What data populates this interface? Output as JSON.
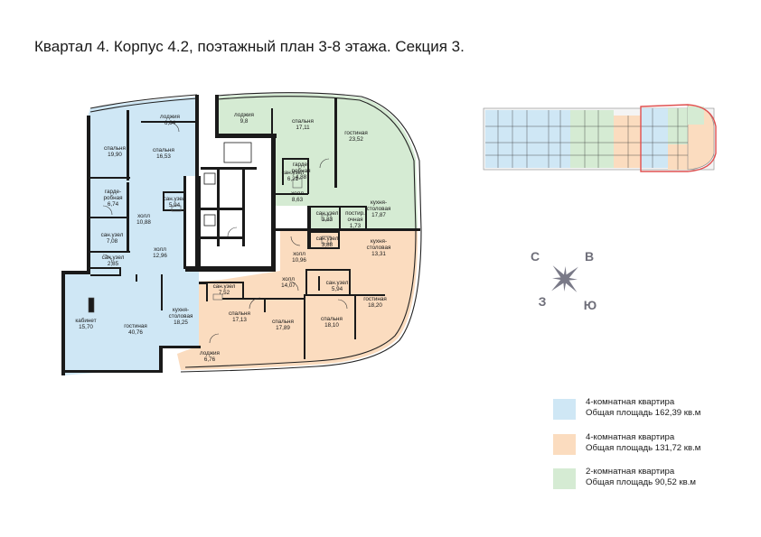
{
  "title": "Квартал 4. Корпус 4.2, поэтажный план 3-8 этажа. Секция 3.",
  "colors": {
    "blue_apartment": "#cfe7f5",
    "orange_apartment": "#fbdcbf",
    "green_apartment": "#d5ebd3",
    "walls": "#1a1a1a",
    "compass": "#7a7a88",
    "minimap_highlight": "#e05050"
  },
  "compass": {
    "north": "С",
    "east": "В",
    "south": "Ю",
    "west": "З"
  },
  "legend": [
    {
      "color": "#cfe7f5",
      "line1": "4-комнатная квартира",
      "line2": "Общая площадь 162,39 кв.м"
    },
    {
      "color": "#fbdcbf",
      "line1": "4-комнатная квартира",
      "line2": "Общая площадь 131,72 кв.м"
    },
    {
      "color": "#d5ebd3",
      "line1": "2-комнатная квартира",
      "line2": "Общая площадь 90,52 кв.м"
    }
  ],
  "rooms": [
    {
      "name": "лоджия",
      "area": "6,84"
    },
    {
      "name": "спальня",
      "area": "19,90"
    },
    {
      "name": "спальня",
      "area": "16,53"
    },
    {
      "name": "гарде-|робная",
      "area": "6,74"
    },
    {
      "name": "сан.узел",
      "area": "5,94"
    },
    {
      "name": "холл",
      "area": "10,88"
    },
    {
      "name": "сан.узел",
      "area": "7,08"
    },
    {
      "name": "холл",
      "area": "12,96"
    },
    {
      "name": "сан.узел",
      "area": "2,85"
    },
    {
      "name": "кабинет",
      "area": "15,70"
    },
    {
      "name": "гостиная",
      "area": "40,76"
    },
    {
      "name": "кухня-|столовая",
      "area": "18,25"
    },
    {
      "name": "лоджия",
      "area": "9,8"
    },
    {
      "name": "спальня",
      "area": "17,11"
    },
    {
      "name": "гостиная",
      "area": "23,52"
    },
    {
      "name": "гарде-|робная",
      "area": "4,88"
    },
    {
      "name": "сан.узел",
      "area": "6,21"
    },
    {
      "name": "холл",
      "area": "8,63"
    },
    {
      "name": "кухня-|столовая",
      "area": "17,87"
    },
    {
      "name": "сан.узел",
      "area": "3,83"
    },
    {
      "name": "постир.|очная",
      "area": "1,73"
    },
    {
      "name": "сан.узел",
      "area": "3,88"
    },
    {
      "name": "кухня-|столовая",
      "area": "13,31"
    },
    {
      "name": "холл",
      "area": "10,96"
    },
    {
      "name": "холл",
      "area": "14,07"
    },
    {
      "name": "сан.узел",
      "area": "5,94"
    },
    {
      "name": "сан.узел",
      "area": "7,52"
    },
    {
      "name": "гостиная",
      "area": "18,20"
    },
    {
      "name": "спальня",
      "area": "17,13"
    },
    {
      "name": "спальня",
      "area": "17,89"
    },
    {
      "name": "спальня",
      "area": "18,10"
    },
    {
      "name": "лоджия",
      "area": "6,76"
    }
  ]
}
